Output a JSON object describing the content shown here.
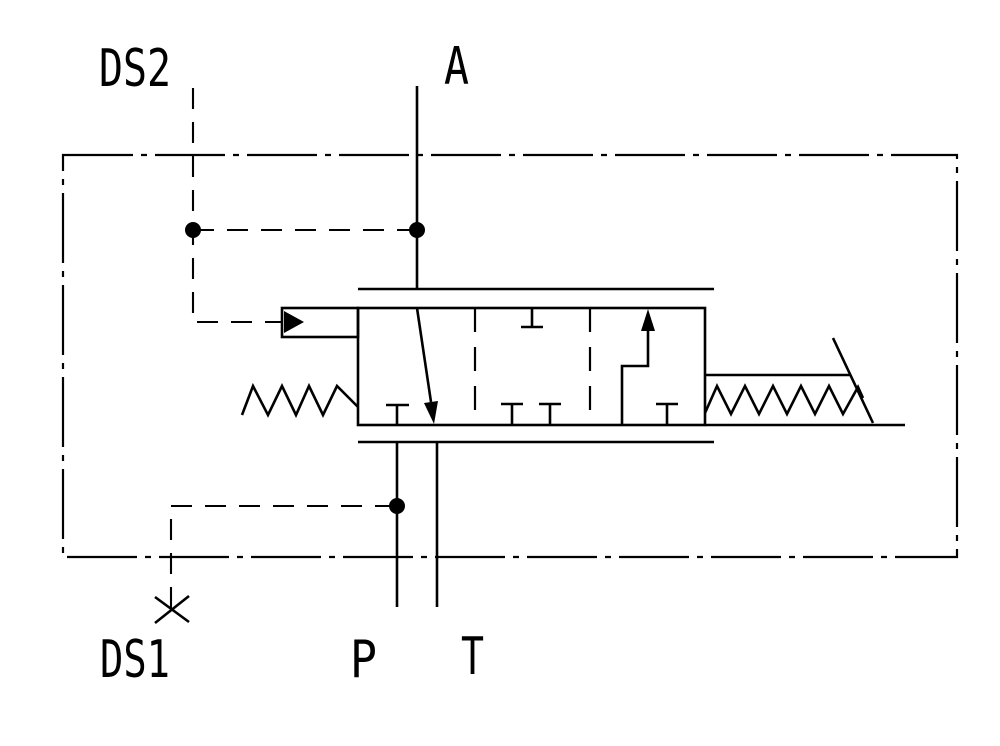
{
  "diagram": {
    "type": "hydraulic-valve-schematic",
    "description": "Proportional 3-position directional control valve with pilot actuator, return springs, lever and plugged pilot port",
    "labels": {
      "ds2": "DS2",
      "a": "A",
      "ds1": "DS1",
      "p": "P",
      "t": "T"
    },
    "colors": {
      "line": "#000000",
      "background": "#ffffff"
    }
  }
}
